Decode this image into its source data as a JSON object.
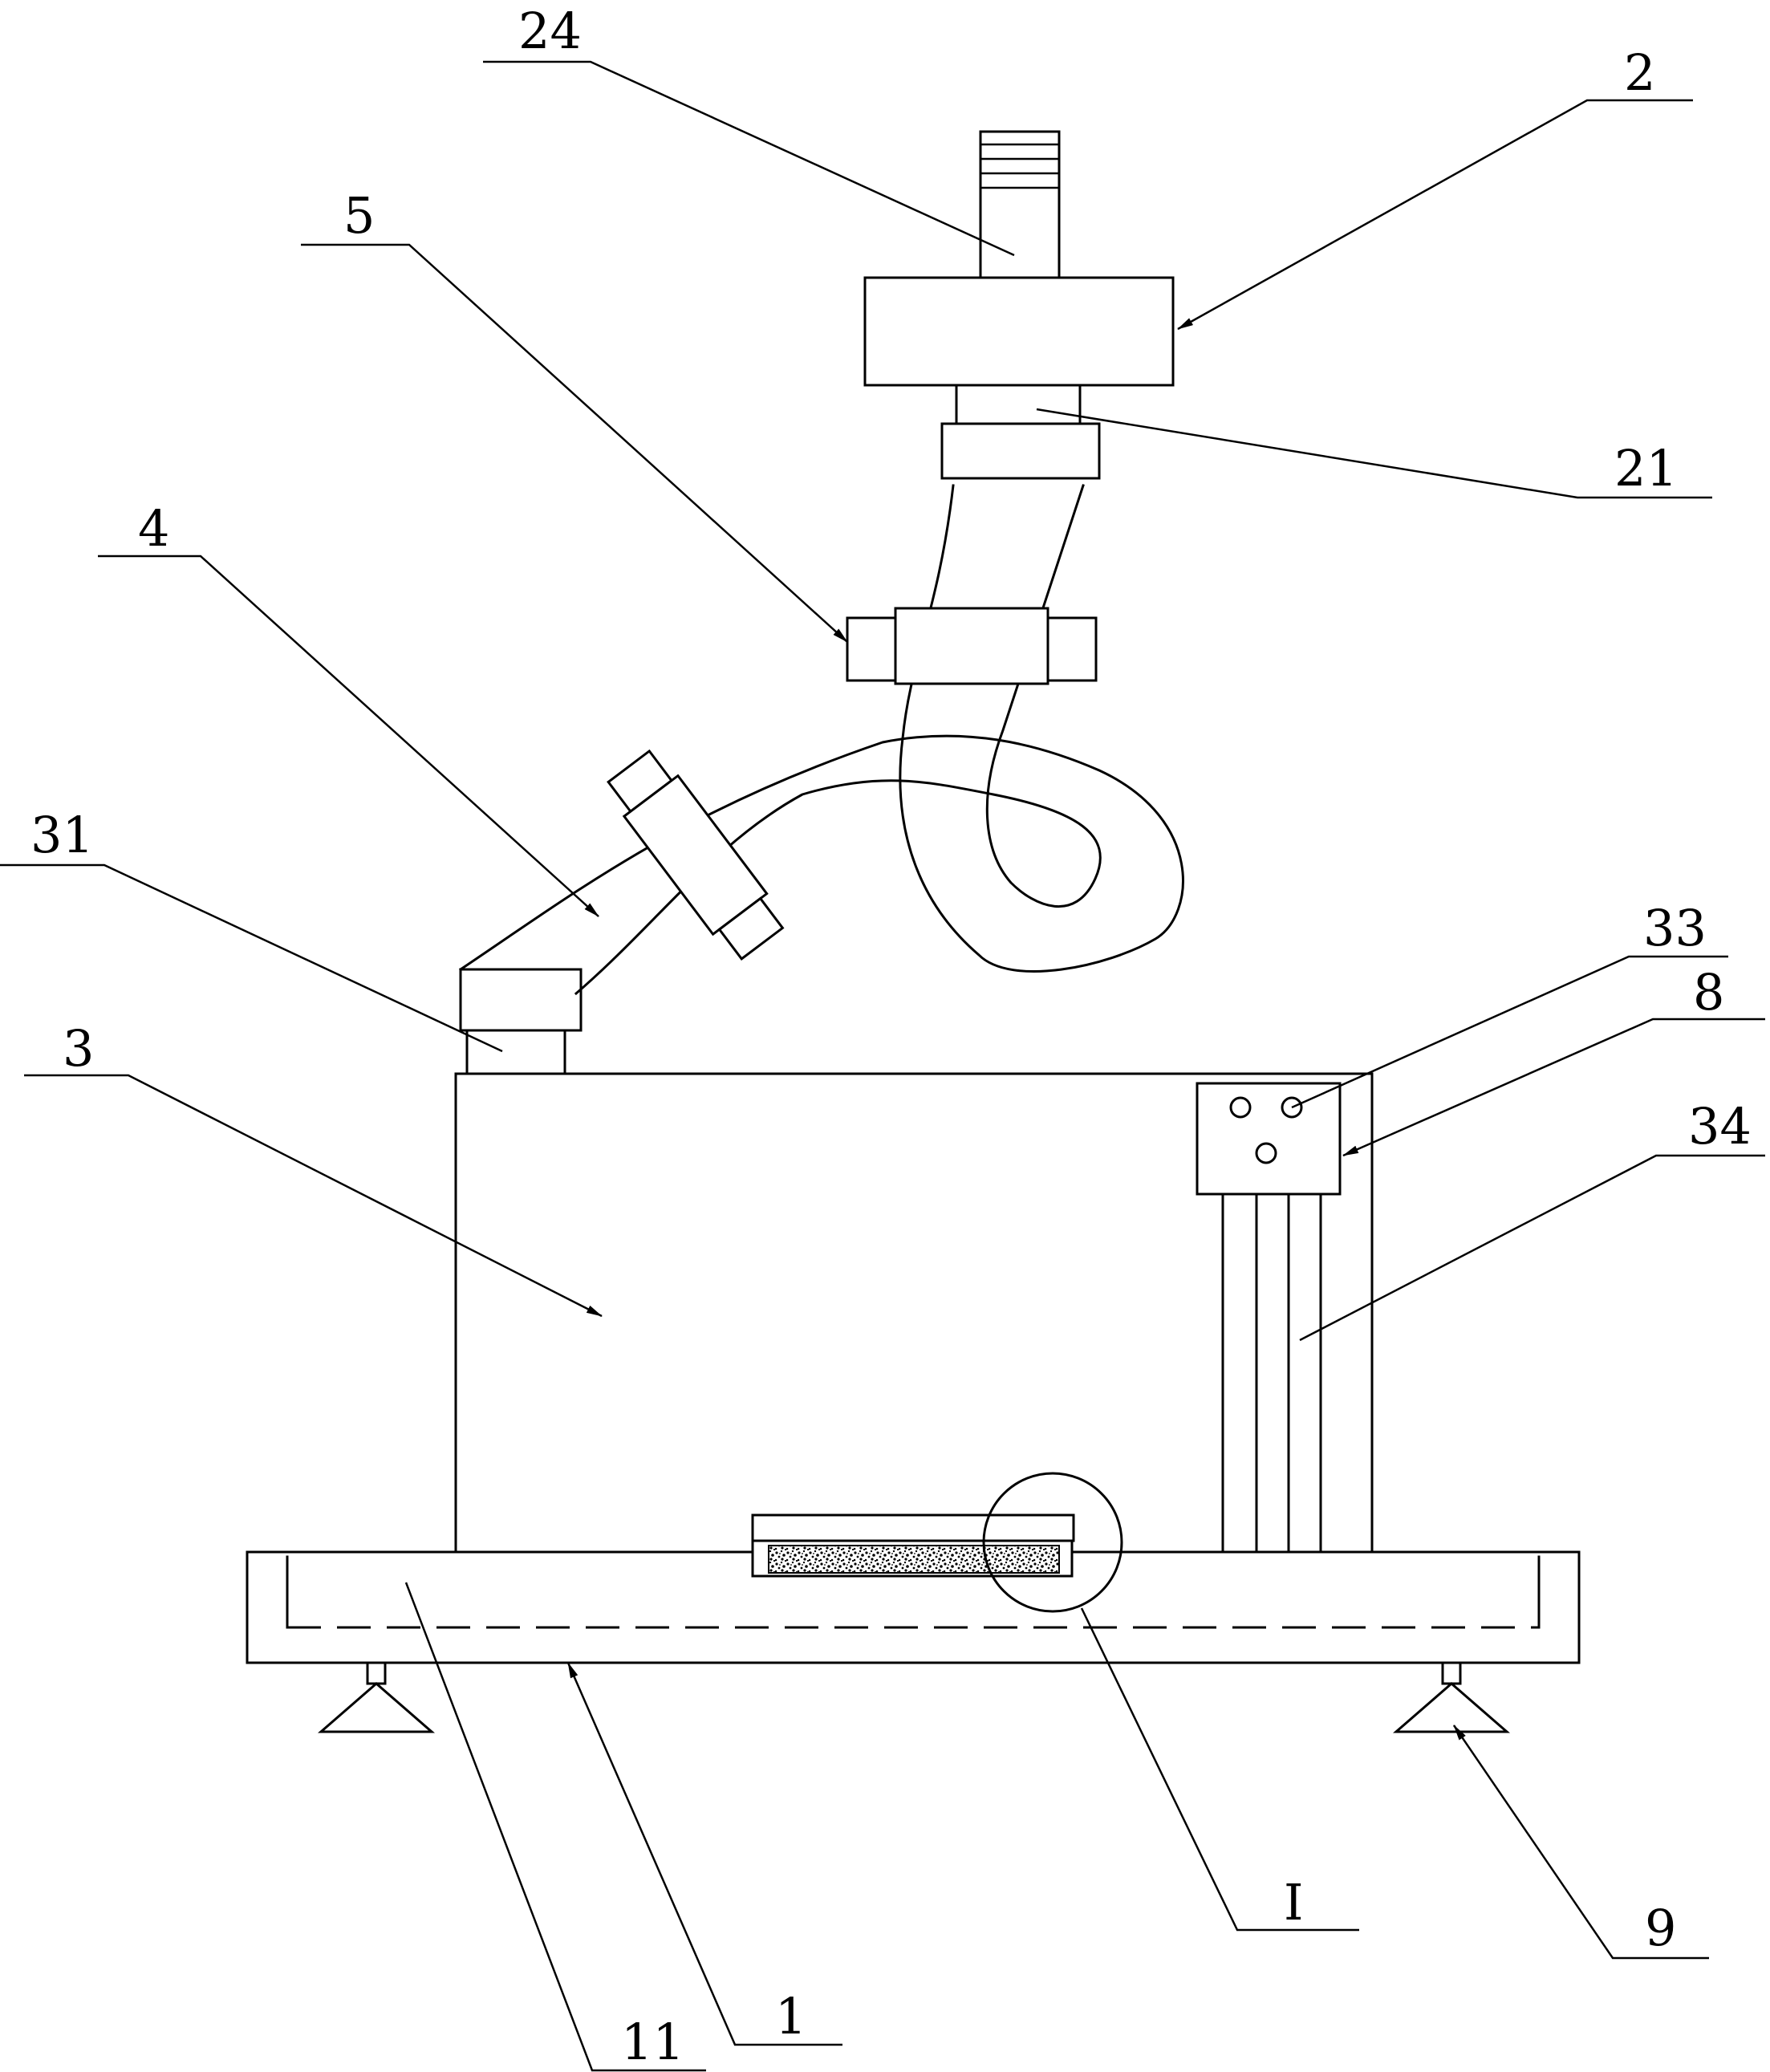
{
  "figure": {
    "colors": {
      "line": "#000000",
      "background": "#ffffff"
    },
    "labels": {
      "l24": "24",
      "l2": "2",
      "l5": "5",
      "l21": "21",
      "l4": "4",
      "l31": "31",
      "l3": "3",
      "l33": "33",
      "l8": "8",
      "l34": "34",
      "lI": "I",
      "l9": "9",
      "l11": "11",
      "l1": "1"
    }
  }
}
